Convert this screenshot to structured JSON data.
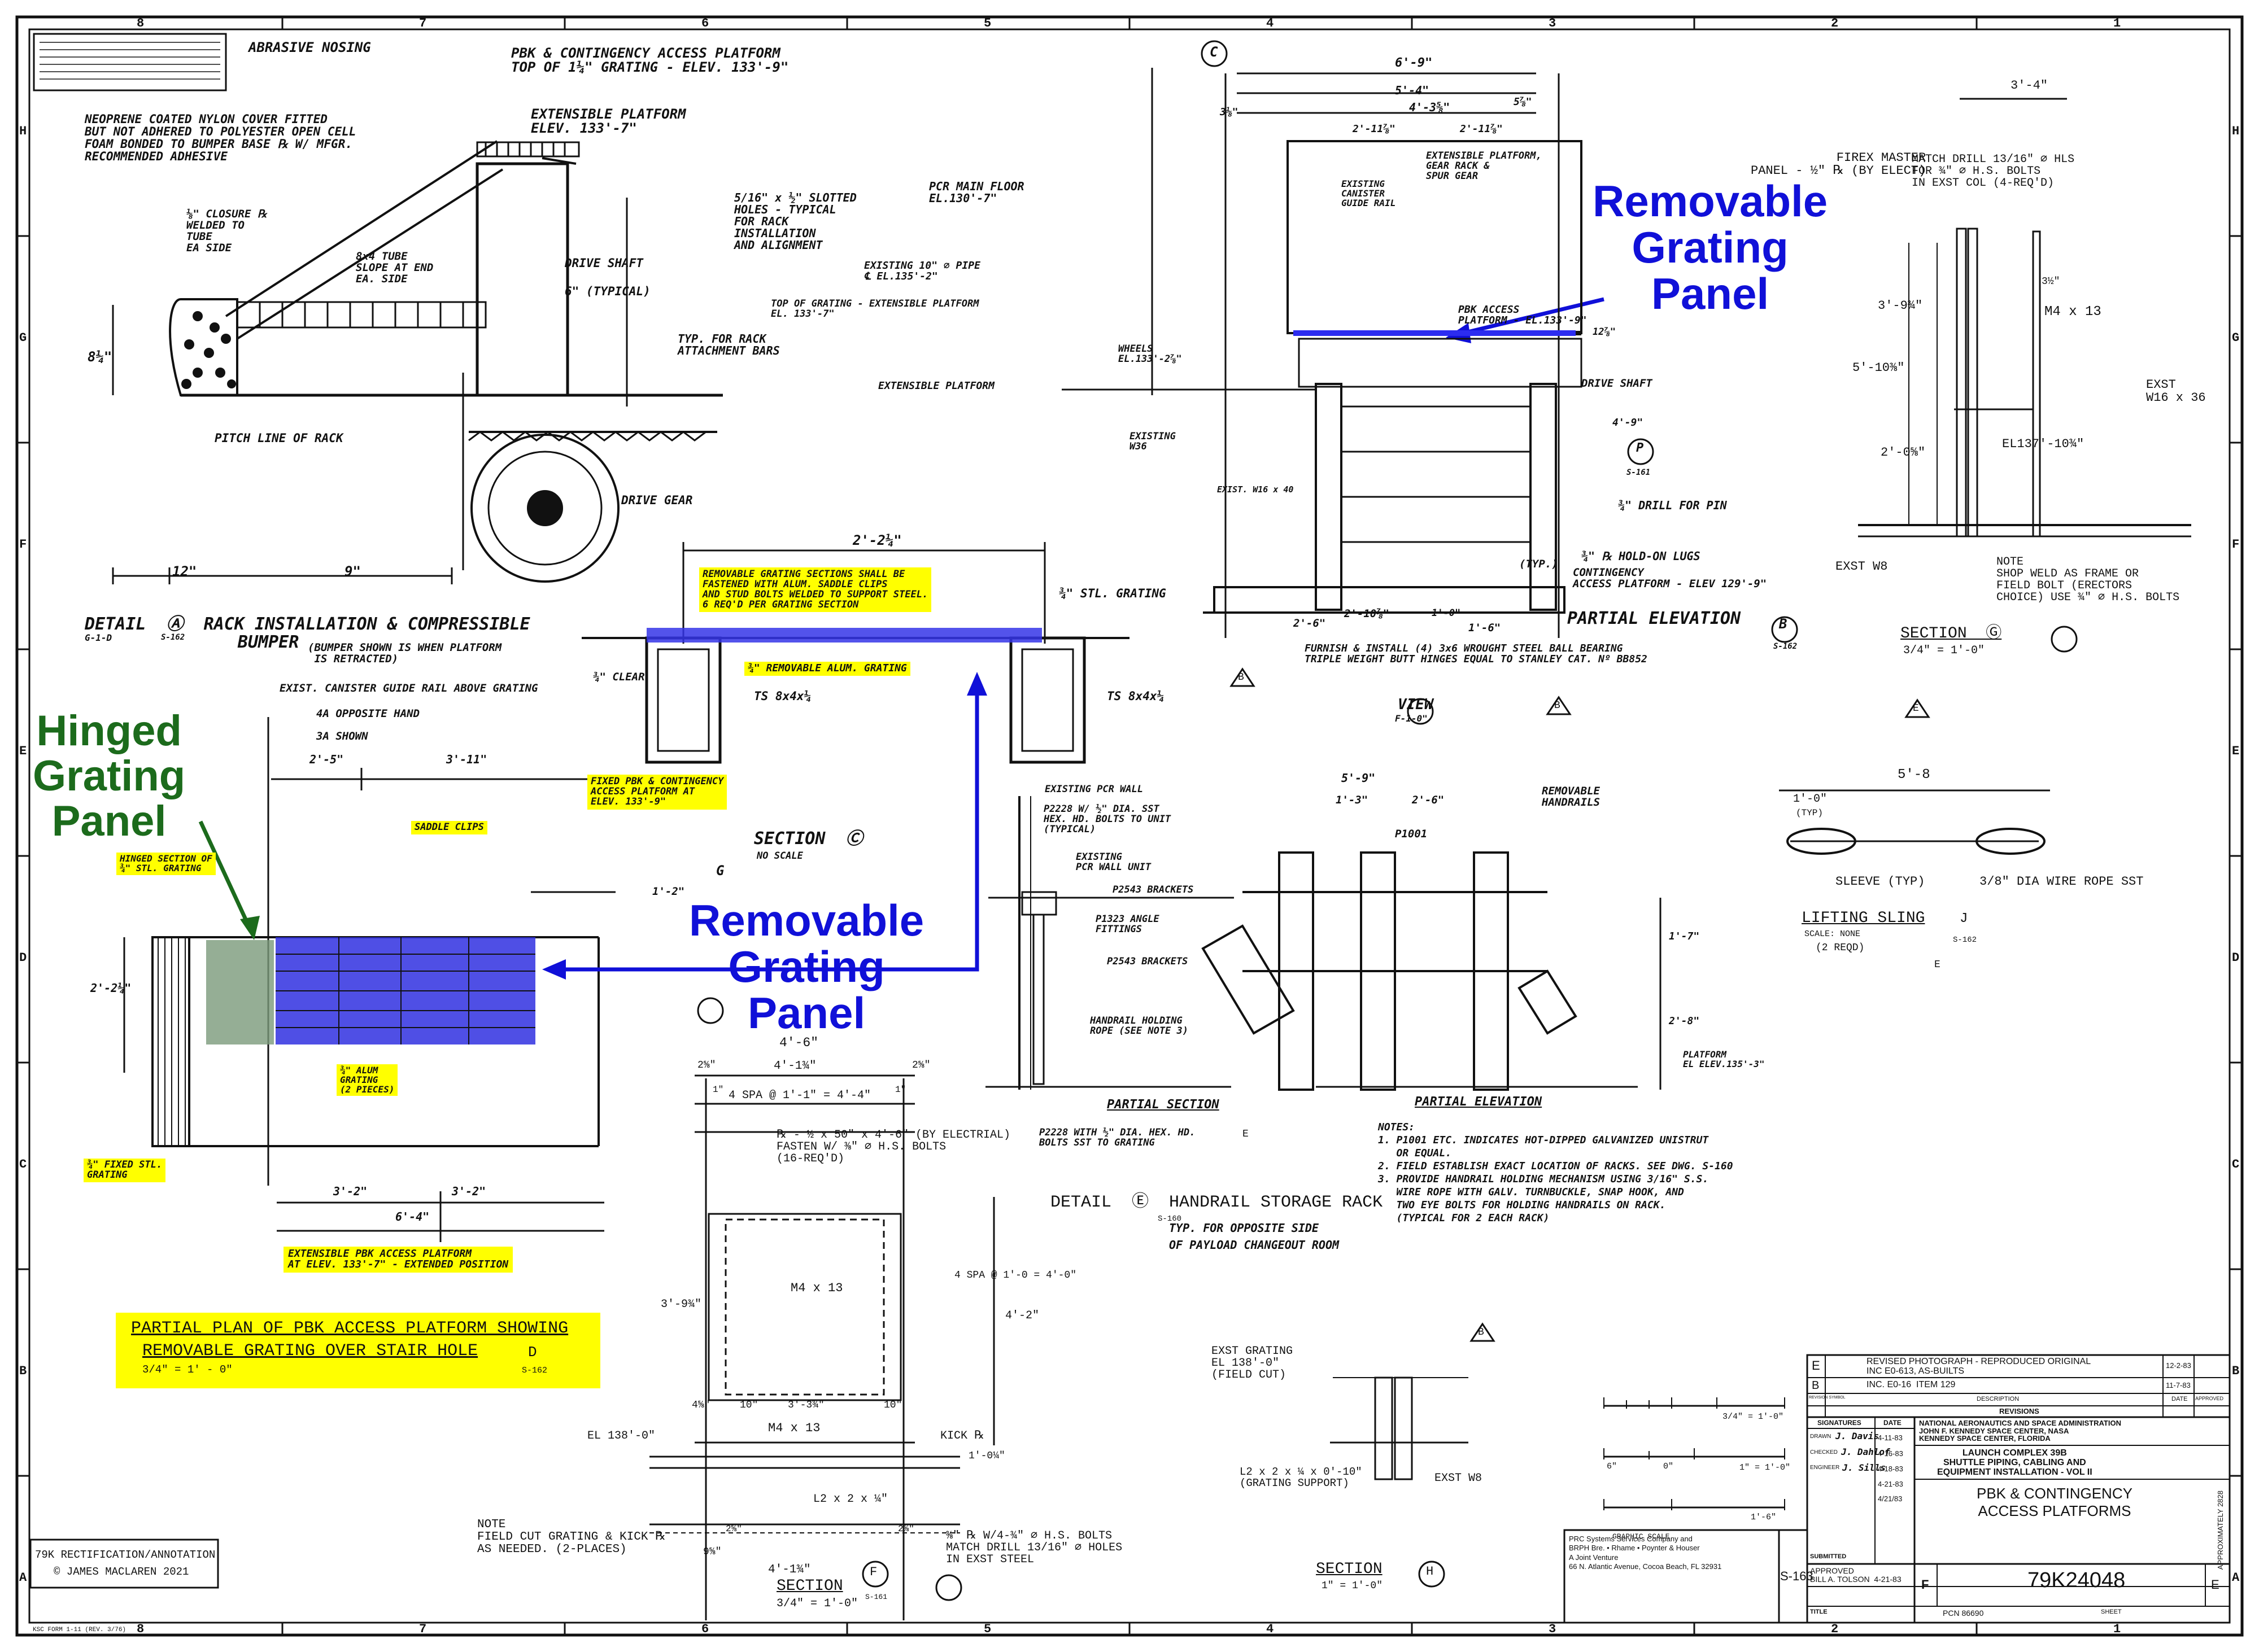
{
  "annotations": {
    "removable_top": "Removable\nGrating\nPanel",
    "removable_mid": "Removable\nGrating\nPanel",
    "hinged": "Hinged\nGrating\nPanel"
  },
  "border": {
    "cols": [
      "8",
      "7",
      "6",
      "5",
      "4",
      "3",
      "2",
      "1"
    ],
    "rows": [
      "H",
      "G",
      "F",
      "E",
      "D",
      "C",
      "B",
      "A"
    ]
  },
  "detail_a": {
    "labels": [
      "ABRASIVE NOSING",
      "PBK & CONTINGENCY ACCESS PLATFORM\nTOP OF 1¼\" GRATING - ELEV. 133'-9\"",
      "EXTENSIBLE PLATFORM\nELEV. 133'-7\"",
      "NEOPRENE COATED NYLON COVER FITTED\nBUT NOT ADHERED TO POLYESTER OPEN CELL\nFOAM BONDED TO BUMPER BASE ℞ W/ MFGR.\nRECOMMENDED ADHESIVE",
      "⅛\" CLOSURE ℞\nWELDED TO\nTUBE\nEA SIDE",
      "8x4 TUBE\nSLOPE AT END\nEA. SIDE",
      "5/16\" x ½\" SLOTTED\nHOLES - TYPICAL\nFOR RACK\nINSTALLATION\nAND ALIGNMENT",
      "DRIVE SHAFT",
      "6\" (TYPICAL)",
      "TYP. FOR RACK\nATTACHMENT BARS",
      "PITCH LINE OF RACK",
      "DRIVE GEAR",
      "8¼\"",
      "9\"",
      "12\""
    ],
    "title": "DETAIL  Ⓐ  RACK INSTALLATION & COMPRESSIBLE\n               BUMPER",
    "sub": "(BUMPER SHOWN IS WHEN PLATFORM\n IS RETRACTED)",
    "ref": "G-1-D",
    "sheet_ref": "S-162"
  },
  "section_c": {
    "notes_callout": "REMOVABLE GRATING SECTIONS SHALL BE\nFASTENED WITH ALUM. SADDLE CLIPS\nAND STUD BOLTS WELDED TO SUPPORT STEEL.\n6 REQ'D PER GRATING SECTION",
    "grating_callout": "¾\" REMOVABLE ALUM. GRATING",
    "dims": [
      "2'-2¼\"",
      "¾\" STL. GRATING",
      "TS 8x4x¼",
      "TS 8x4x¼",
      "¾\" CLEAR"
    ],
    "title": "SECTION  Ⓒ",
    "scale": "NO SCALE"
  },
  "partial_plan": {
    "labels": [
      "EXIST. CANISTER GUIDE RAIL ABOVE GRATING",
      "4A OPPOSITE HAND",
      "3A SHOWN",
      "2'-5\"",
      "3'-11\"",
      "SADDLE CLIPS",
      "FIXED PBK & CONTINGENCY\nACCESS PLATFORM AT\nELEV. 133'-9\"",
      "HINGED SECTION OF\n¾\" STL. GRATING",
      "¾\" ALUM\nGRATING\n(2 PIECES)",
      "¾\" FIXED STL.\nGRATING",
      "3'-2\"",
      "3'-2\"",
      "6'-4\"",
      "EXTENSIBLE PBK ACCESS PLATFORM\nAT ELEV. 133'-7\" - EXTENDED POSITION",
      "2'-2¼\"",
      "1'-2\"",
      "G"
    ],
    "title_line1": "PARTIAL PLAN OF PBK ACCESS PLATFORM SHOWING",
    "title_line2": "REMOVABLE GRATING OVER STAIR HOLE",
    "scale": "3/4\" = 1' - 0\"",
    "marker": "D",
    "marker_ref": "S-162"
  },
  "partial_elev_top": {
    "labels": [
      "6'-9\"",
      "5'-4\"",
      "4'-3⅝\"",
      "5⅞\"",
      "2'-11⅞\"",
      "2'-11⅞\"",
      "3⅛\"",
      "PCR MAIN FLOOR\nEL.130'-7\"",
      "EXISTING\nCANISTER\nGUIDE RAIL",
      "EXTENSIBLE PLATFORM,\nGEAR RACK &\nSPUR GEAR",
      "EXISTING 10\" ⌀ PIPE\n℄ EL.135'-2\"",
      "TOP OF GRATING - EXTENSIBLE PLATFORM\nEL. 133'-7\"",
      "PBK ACCESS\nPLATFORM - EL.133'-9\"",
      "WHEELS\nEL.133'-2⅞\"",
      "EXTENSIBLE PLATFORM",
      "DRIVE SHAFT",
      "EXISTING\nW36",
      "¾\" DRILL FOR PIN",
      "¾\" ℞ HOLD-ON LUGS",
      "CONTINGENCY\nACCESS PLATFORM - ELEV 129'-9\"",
      "FURNISH & INSTALL (4) 3x6 WROUGHT STEEL BALL BEARING\nTRIPLE WEIGHT BUTT HINGES EQUAL TO STANLEY CAT. Nº BB852",
      "2'-6\"",
      "2'-10⅞\"",
      "1'-6\"",
      "(TYP.)",
      "12⅞\"",
      "4'-9\"",
      "1'-0\"",
      "EXIST. W16 x 40",
      "C",
      "P",
      "S-161"
    ],
    "title": "PARTIAL ELEVATION",
    "marker": "B",
    "marker_ref": "S-162",
    "view": "VIEW",
    "view_scale": "F-1-0\""
  },
  "section_g": {
    "labels": [
      "3'-4\"",
      "FIREX MASTER\nPANEL - ½\" ℞ (BY ELECT)",
      "MATCH DRILL 13/16\" ⌀ HLS\nFOR ¾\" ⌀ H.S. BOLTS\nIN EXST COL (4-REQ'D)",
      "M4 x 13",
      "5'-10⅜\"",
      "3'-9¾\"",
      "2'-0⅝\"",
      "3½\"",
      "EXST\nW16 x 36",
      "EL137'-10¾\"",
      "EXST W8",
      "NOTE\nSHOP WELD AS FRAME OR\nFIELD BOLT (ERECTORS\nCHOICE) USE ¾\" ⌀ H.S. BOLTS"
    ],
    "title": "SECTION  Ⓖ",
    "scale": "3/4\" = 1'-0\""
  },
  "lifting_sling": {
    "labels": [
      "5'-8",
      "1'-0\"",
      "(TYP)",
      "SLEEVE (TYP)",
      "3/8\" DIA WIRE ROPE SST"
    ],
    "title": "LIFTING SLING",
    "scale": "SCALE: NONE",
    "qty": "(2 REQD)",
    "marker": "J",
    "marker_ref": "S-162"
  },
  "handrail_rack": {
    "labels": [
      "EXISTING PCR WALL",
      "P2228 W/ ½\" DIA. SST\nHEX. HD. BOLTS TO UNIT\n(TYPICAL)",
      "EXISTING\nPCR WALL UNIT",
      "P2543 BRACKETS",
      "P1323 ANGLE\nFITTINGS",
      "P2543 BRACKETS",
      "HANDRAIL HOLDING\nROPE (SEE NOTE 3)",
      "P2228 WITH ½\" DIA. HEX. HD.\nBOLTS SST TO GRATING",
      "5'-9\"",
      "1'-3\"",
      "2'-6\"",
      "P1001",
      "REMOVABLE\nHANDRAILS",
      "1'-7\"",
      "2'-8\"",
      "PLATFORM\nEL ELEV.135'-3\""
    ],
    "partial_section": "PARTIAL SECTION",
    "partial_elevation": "PARTIAL ELEVATION",
    "notes": "NOTES:\n1. P1001 ETC. INDICATES HOT-DIPPED GALVANIZED UNISTRUT\n   OR EQUAL.\n2. FIELD ESTABLISH EXACT LOCATION OF RACKS. SEE DWG. S-160\n3. PROVIDE HANDRAIL HOLDING MECHANISM USING 3/16\" S.S.\n   WIRE ROPE WITH GALV. TURNBUCKLE, SNAP HOOK, AND\n   TWO EYE BOLTS FOR HOLDING HANDRAILS ON RACK.\n   (TYPICAL FOR 2 EACH RACK)",
    "title": "DETAIL  Ⓔ  HANDRAIL STORAGE RACK",
    "title_ref": "S-160",
    "sub": "TYP. FOR OPPOSITE SIDE\nOF PAYLOAD CHANGEOUT ROOM"
  },
  "section_f": {
    "labels": [
      "4'-6\"",
      "4'-1¾\"",
      "2⅝\"",
      "2⅝\"",
      "1\"",
      "1\"",
      "4 SPA @ 1'-1\" = 4'-4\"",
      "℞ - ½ x 50\" x 4'-6\" (BY ELECTRIAL)\nFASTEN W/ ⅜\" ⌀ H.S. BOLTS\n(16-REQ'D)",
      "M4 x 13",
      "3'-9¾\"",
      "4'-2\"",
      "4 SPA @ 1'-0 = 4'-0\"",
      "4⅝\"",
      "10\"",
      "3'-3¾\"",
      "10\"",
      "M4 x 13",
      "EL 138'-0\"",
      "KICK ℞",
      "1'-0¼\"",
      "L2 x 2 x ¼\"",
      "⅜\" ℞ W/4-¾\" ⌀ H.S. BOLTS\nMATCH DRILL 13/16\" ⌀ HOLES\nIN EXST STEEL",
      "NOTE\nFIELD CUT GRATING & KICK ℞\nAS NEEDED. (2-PLACES)",
      "9⅝\"",
      "4'-1¾\"",
      "2⅝\"",
      "2⅝\""
    ],
    "title": "SECTION",
    "marker": "F",
    "marker_ref": "S-161",
    "scale": "3/4\" = 1'-0\""
  },
  "section_h": {
    "labels": [
      "EXST GRATING\nEL 138'-0\"\n(FIELD CUT)",
      "L2 x 2 x ¼ x 0'-10\"\n(GRATING SUPPORT)",
      "EXST W8"
    ],
    "title": "SECTION",
    "marker": "H",
    "scale": "1\" = 1'-0\""
  },
  "graphic_scale": {
    "labels": [
      "3/4\" = 1'-0\"",
      "1\" = 1'-0\"",
      "6\"",
      "0\"",
      "1'-6\""
    ],
    "title": "GRAPHIC SCALE"
  },
  "revision_marks": [
    "B",
    "B",
    "B",
    "E",
    "E",
    "E"
  ],
  "credit": {
    "line1": "79K RECTIFICATION/ANNOTATION",
    "line2": "© JAMES MACLAREN 2021"
  },
  "form_no": "KSC FORM 1-11 (REV. 3/76)",
  "title_block": {
    "revisions": [
      {
        "mark": "E",
        "desc": "REVISED PHOTOGRAPH - REPRODUCED ORIGINAL\nINC E0-613, AS-BUILTS",
        "date": "12-2-83"
      },
      {
        "mark": "B",
        "desc": "INC. E0-16  ITEM 129",
        "date": "11-7-83"
      }
    ],
    "rev_header": {
      "sym": "REVISION SYMBOL",
      "desc": "DESCRIPTION",
      "date": "DATE",
      "approved": "APPROVED"
    },
    "revisions_label": "REVISIONS",
    "signatures_header": "SIGNATURES",
    "date_header": "DATE",
    "sign_rows": [
      {
        "role": "DRAWN",
        "name": "J. Davis",
        "date": "4-11-83"
      },
      {
        "role": "CHECKED",
        "name": "J. Dahlof",
        "date": "4-16-83"
      },
      {
        "role": "ENGINEER",
        "name": "J. Sills",
        "date": "4-18-83"
      },
      {
        "role": "",
        "name": "",
        "date": "4-21-83"
      },
      {
        "role": "",
        "name": "",
        "date": "4/21/83"
      }
    ],
    "agency": "NATIONAL AERONAUTICS AND SPACE ADMINISTRATION\nJOHN F. KENNEDY SPACE CENTER, NASA\nKENNEDY SPACE CENTER, FLORIDA",
    "project": "LAUNCH COMPLEX 39B\nSHUTTLE PIPING, CABLING AND\nEQUIPMENT INSTALLATION - VOL II",
    "drawing_title": "PBK & CONTINGENCY\nACCESS PLATFORMS",
    "submitted": "SUBMITTED",
    "approved": "APPROVED\nBILL A. TOLSON  4-21-83",
    "title_label": "TITLE",
    "firm": "PRC Systems Services Company and\nBRPH Bre. • Rhame • Poynter & Houser\nA Joint Venture\n66 N. Atlantic Avenue, Cocoa Beach, FL 32931",
    "sheet": "S-163",
    "size": "F",
    "dwg_no": "79K24048",
    "rev": "E",
    "code_ident": "PCN 86690",
    "sheet_no": "SHEET",
    "side_code": "APPROXIMATELY 2828"
  }
}
